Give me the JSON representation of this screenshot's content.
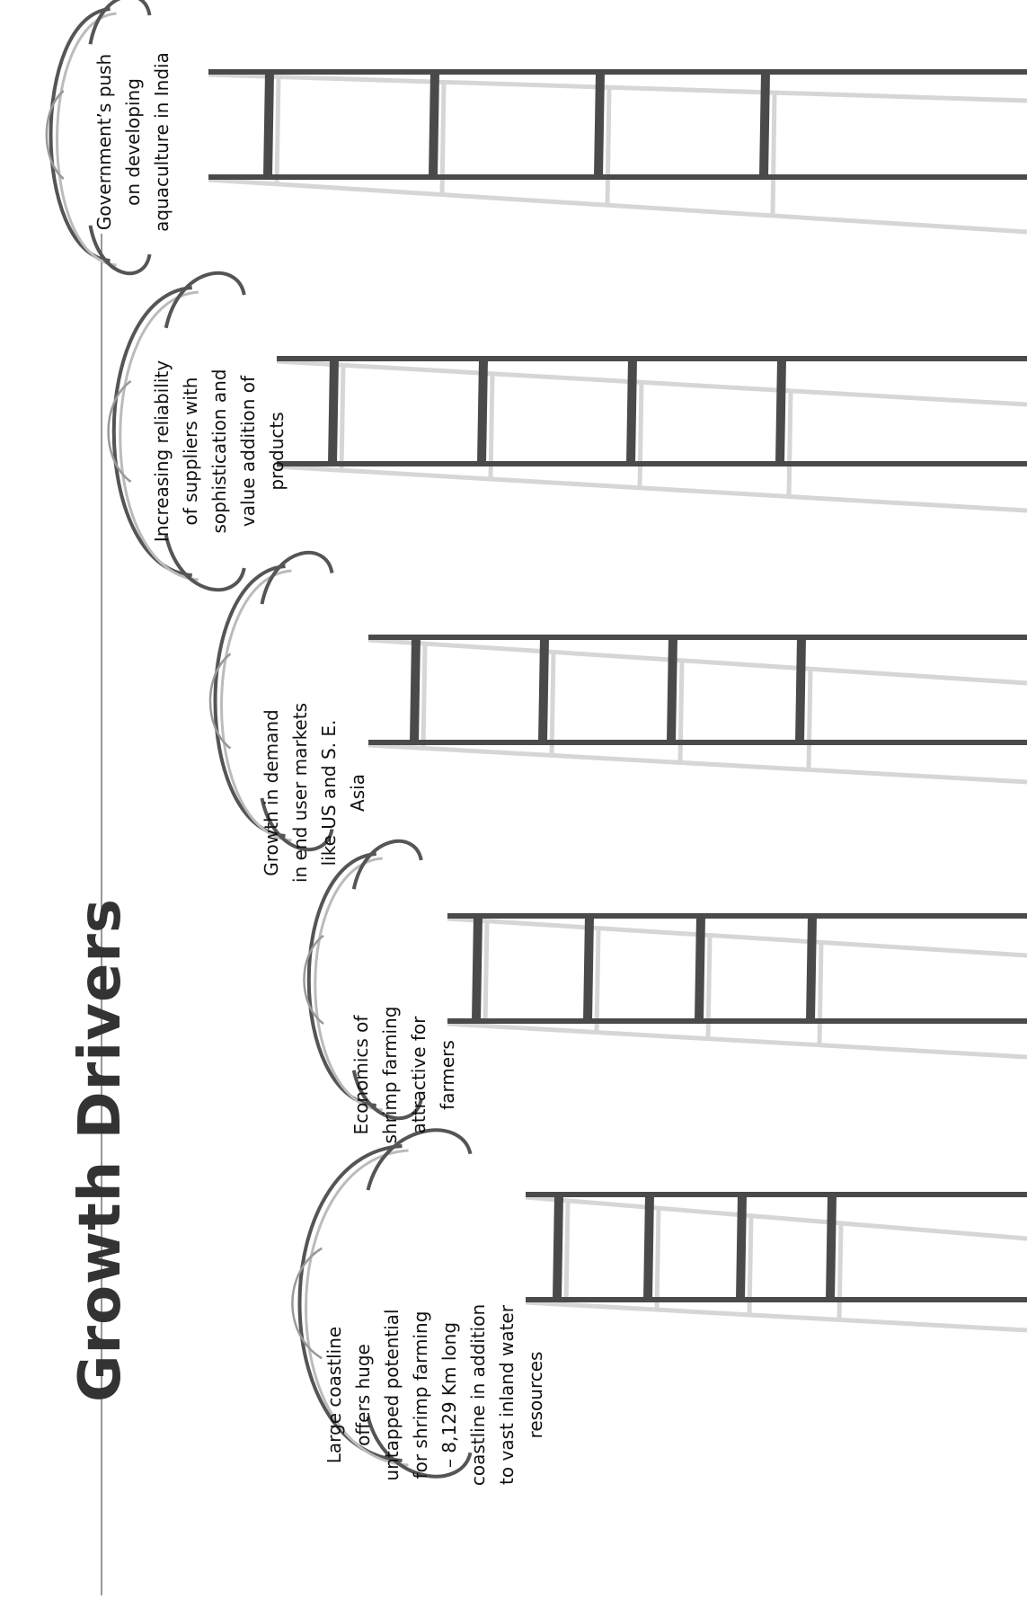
{
  "title": "Growth Drivers",
  "drivers": [
    {
      "lines": [
        "Government’s push",
        "on developing",
        "aquaculture in India"
      ]
    },
    {
      "lines": [
        "Increasing reliability",
        "of suppliers with",
        "sophistication and",
        "value addition of",
        "products"
      ]
    },
    {
      "lines": [
        "Growth in demand",
        "in end user markets",
        "like US and S. E.",
        "Asia"
      ]
    },
    {
      "lines": [
        "Economics of",
        "shrimp farming",
        "attractive for",
        "farmers"
      ]
    },
    {
      "lines": [
        "Large coastline",
        "offers huge",
        "untapped potential",
        "for shrimp farming",
        "– 8,129 Km long",
        "coastline in addition",
        "to vast inland water",
        "resources"
      ]
    }
  ],
  "colors": {
    "ladder": "#4a4a4a",
    "shadow": "#d6d6d6",
    "cloud_outline": "#555555",
    "text": "#111111"
  }
}
